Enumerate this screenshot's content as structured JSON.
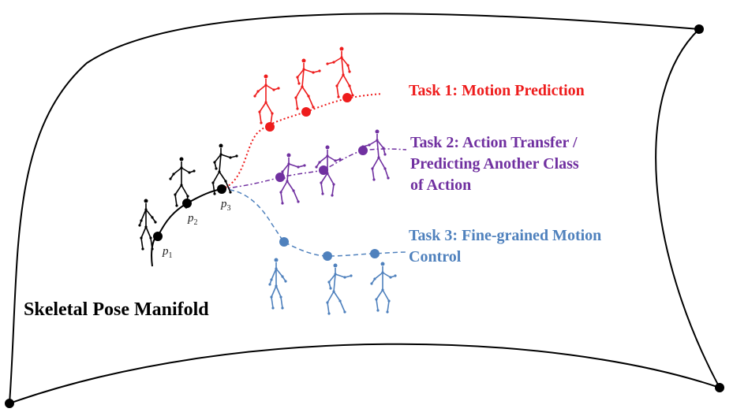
{
  "title": "Skeletal Pose Manifold",
  "colors": {
    "task1": "#ee1c1c",
    "task2": "#7030a0",
    "task3": "#4f81bd",
    "observed": "#000000"
  },
  "observed_points": [
    {
      "base": "p",
      "sub": "1"
    },
    {
      "base": "p",
      "sub": "2"
    },
    {
      "base": "p",
      "sub": "3"
    }
  ],
  "tasks": [
    {
      "label": "Task 1: Motion Prediction"
    },
    {
      "label_line1": "Task 2: Action Transfer /",
      "label_line2": "Predicting Another Class",
      "label_line3": "of Action"
    },
    {
      "label_line1": "Task 3: Fine-grained Motion",
      "label_line2": "Control"
    }
  ]
}
